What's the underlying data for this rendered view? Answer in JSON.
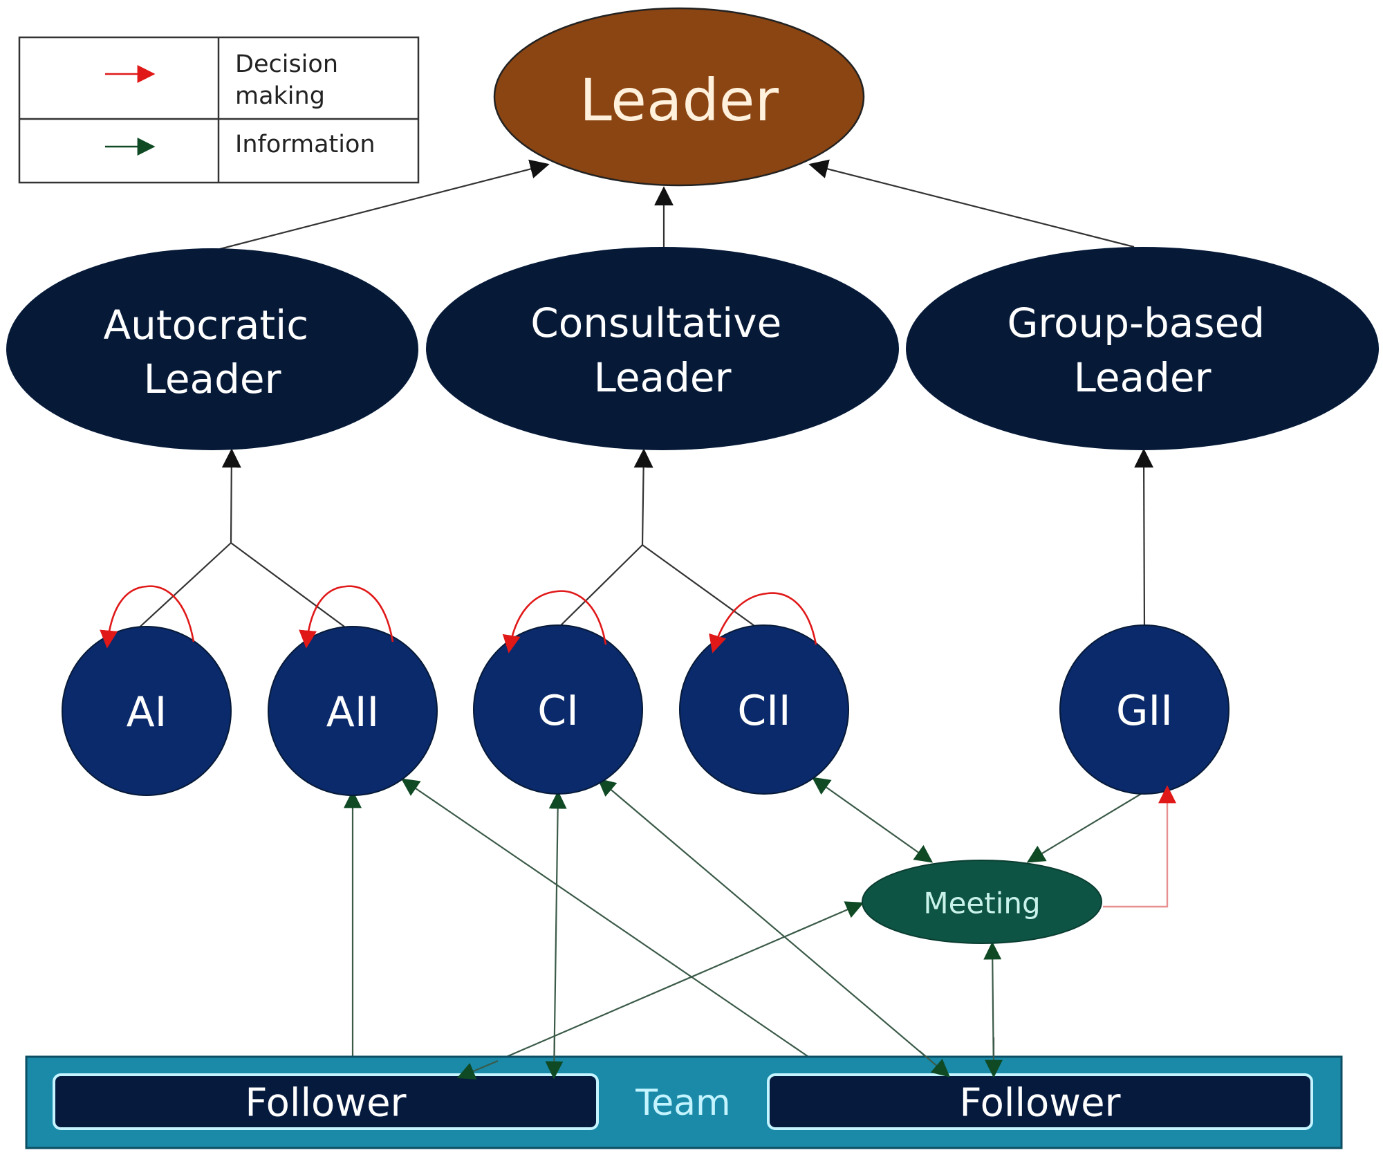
{
  "legend": {
    "rows": [
      {
        "label_lines": [
          "Decision",
          "making"
        ],
        "arrow_color": "#e01818",
        "icon": "red-arrow"
      },
      {
        "label_lines": [
          "Information"
        ],
        "arrow_color": "#0f4a25",
        "icon": "green-arrow"
      }
    ]
  },
  "nodes": {
    "leader": {
      "label": "Leader",
      "color": "#8b4513"
    },
    "autocratic": {
      "label_lines": [
        "Autocratic",
        "Leader"
      ],
      "color": "#061a38"
    },
    "consultative": {
      "label_lines": [
        "Consultative",
        "Leader"
      ],
      "color": "#061a38"
    },
    "group_based": {
      "label_lines": [
        "Group-based",
        "Leader"
      ],
      "color": "#061a38"
    },
    "styles": [
      {
        "id": "AI",
        "label": "AI"
      },
      {
        "id": "AII",
        "label": "AII"
      },
      {
        "id": "CI",
        "label": "CI"
      },
      {
        "id": "CII",
        "label": "CII"
      },
      {
        "id": "GII",
        "label": "GII"
      }
    ],
    "style_color": "#0b2a6b",
    "meeting": {
      "label": "Meeting",
      "color": "#0e5444",
      "text_color": "#c9f2ea"
    }
  },
  "team": {
    "label": "Team",
    "color": "#1a8aa8",
    "text_color": "#c4f4ff",
    "followers": [
      {
        "label": "Follower"
      },
      {
        "label": "Follower"
      }
    ],
    "follower_color": "#061a3e"
  },
  "colors": {
    "decision": "#e01818",
    "information": "#0f4a25",
    "hierarchy": "#111111"
  }
}
